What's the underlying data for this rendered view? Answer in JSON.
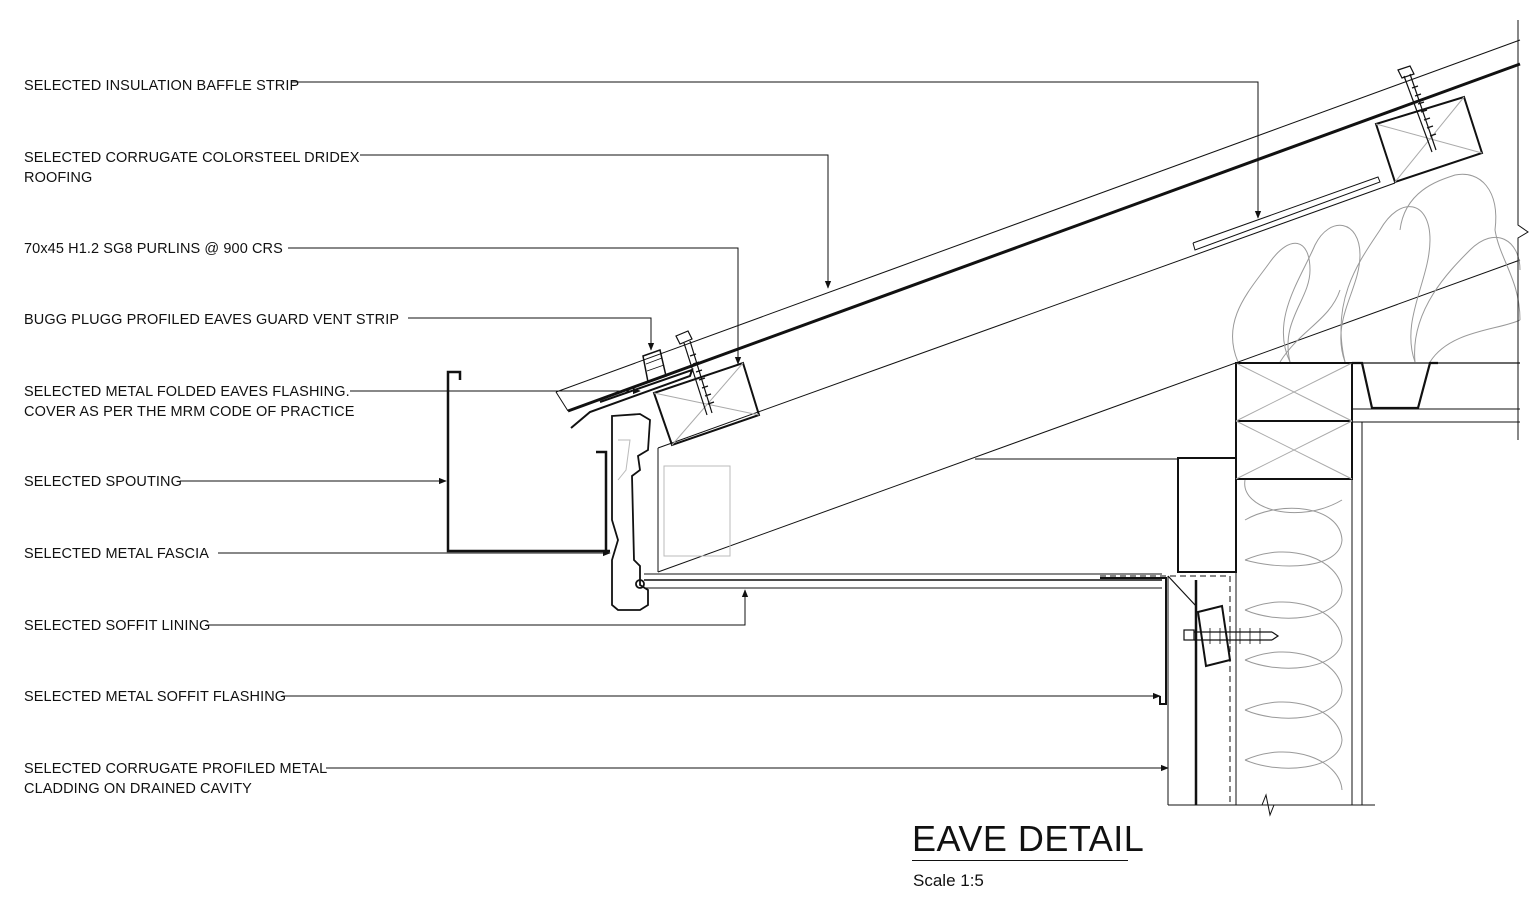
{
  "labels": {
    "insulation_baffle": "SELECTED INSULATION BAFFLE STRIP",
    "roofing_line1": "SELECTED CORRUGATE COLORSTEEL DRIDEX",
    "roofing_line2": "ROOFING",
    "purlins": "70x45 H1.2 SG8 PURLINS @ 900 CRS",
    "vent_strip": "BUGG PLUGG PROFILED EAVES GUARD VENT STRIP",
    "flashing_line1": "SELECTED METAL FOLDED EAVES FLASHING.",
    "flashing_line2": "COVER AS PER THE MRM CODE OF PRACTICE",
    "spouting": "SELECTED SPOUTING",
    "fascia": "SELECTED METAL FASCIA",
    "soffit_lining": "SELECTED SOFFIT LINING",
    "soffit_flashing": "SELECTED METAL SOFFIT FLASHING",
    "cladding_line1": "SELECTED CORRUGATE PROFILED METAL",
    "cladding_line2": "CLADDING ON DRAINED CAVITY"
  },
  "title": "EAVE DETAIL",
  "scale": "Scale 1:5"
}
